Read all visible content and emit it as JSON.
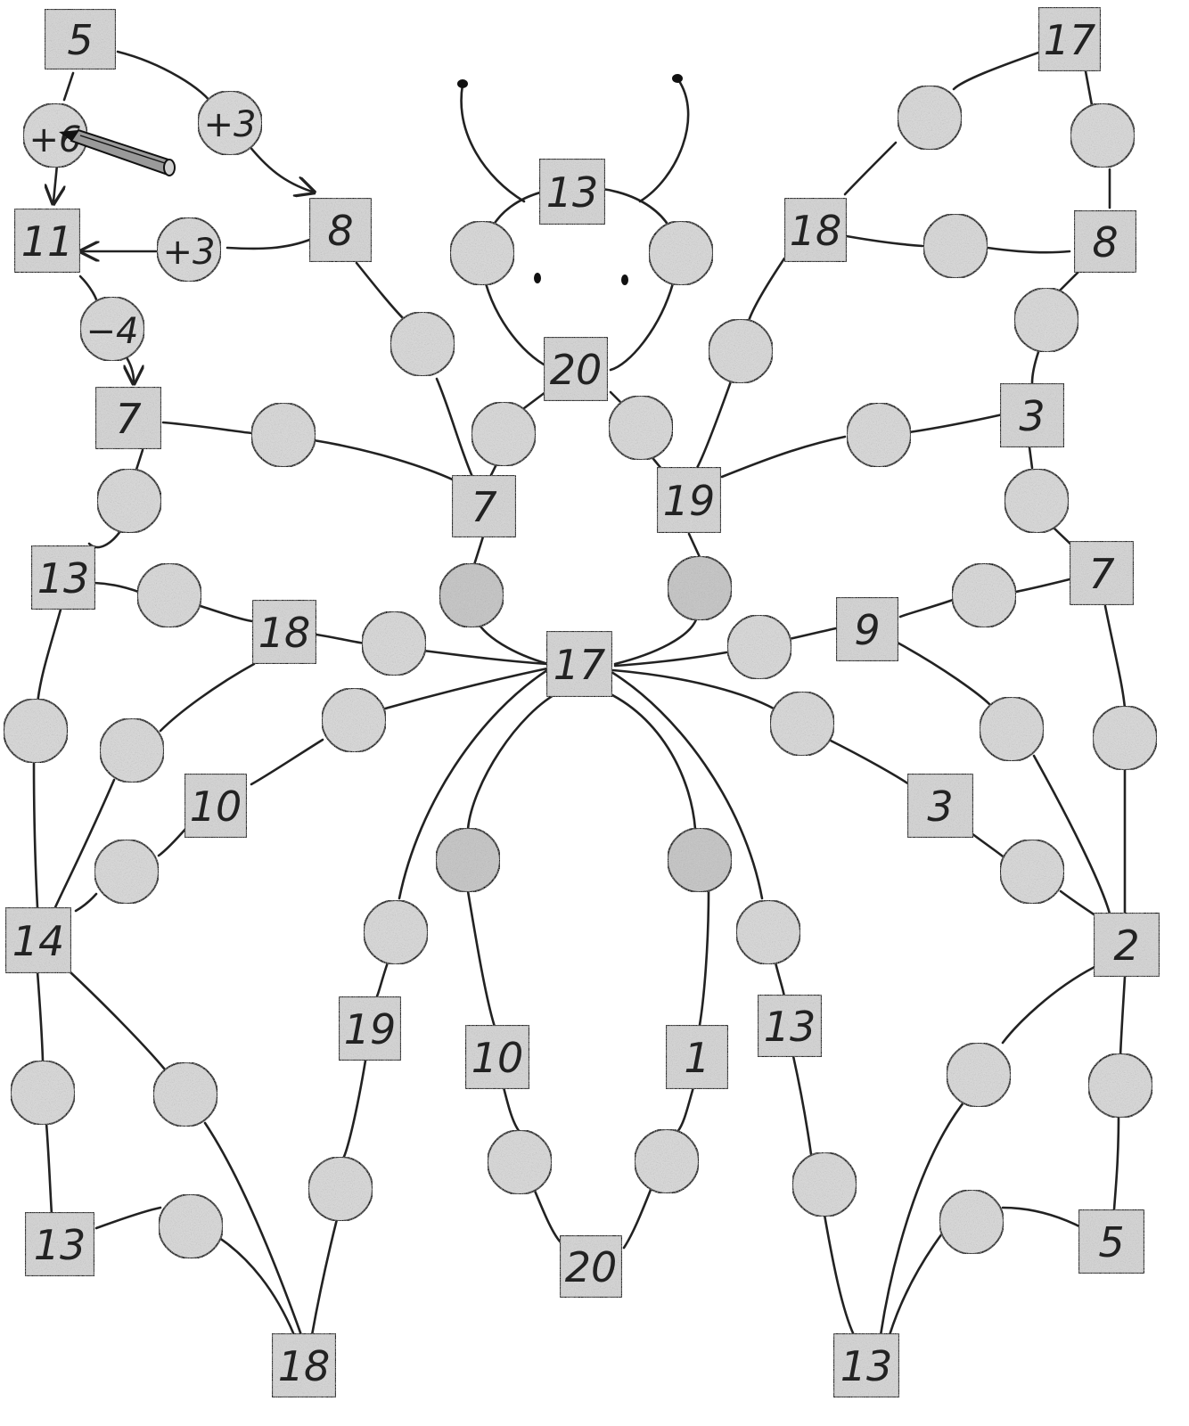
{
  "head": {
    "top": "13",
    "neck": "20"
  },
  "body_center": "17",
  "left_side": {
    "top_corner": "5",
    "second": "11",
    "third": "7",
    "inner_top": "8",
    "inner_mid": "7",
    "row_13": "13",
    "row_18": "18",
    "mid_10": "10",
    "edge_14": "14",
    "bottom_13": "13",
    "foot_18": "18",
    "leg_19": "19",
    "leg_10": "10"
  },
  "right_side": {
    "top_corner": "17",
    "row_18": "18",
    "row_8": "8",
    "row_3": "3",
    "inner_19": "19",
    "row_7": "7",
    "row_9": "9",
    "mid_3": "3",
    "edge_2": "2",
    "bottom_5": "5",
    "foot_13": "13",
    "leg_13": "13",
    "leg_1": "1"
  },
  "tail": "20",
  "operations": {
    "plus6": "+6",
    "plus3_a": "+3",
    "plus3_b": "+3",
    "minus4": "−4"
  }
}
